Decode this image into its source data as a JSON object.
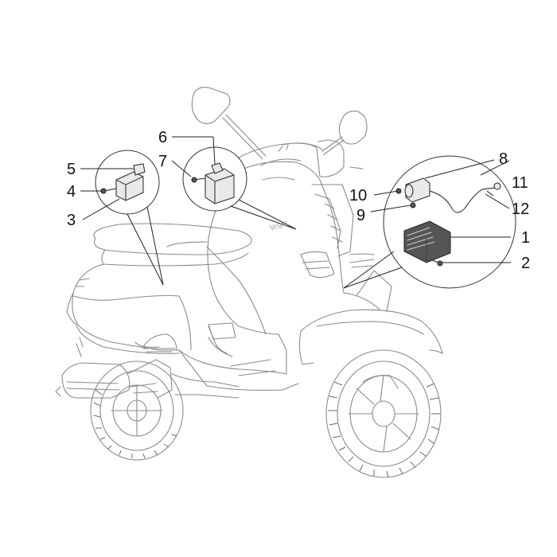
{
  "diagram": {
    "brand_mark": "Vespa",
    "callouts": [
      {
        "id": "1",
        "label": "1"
      },
      {
        "id": "2",
        "label": "2"
      },
      {
        "id": "3",
        "label": "3"
      },
      {
        "id": "4",
        "label": "4"
      },
      {
        "id": "5",
        "label": "5"
      },
      {
        "id": "6",
        "label": "6"
      },
      {
        "id": "7",
        "label": "7"
      },
      {
        "id": "8",
        "label": "8"
      },
      {
        "id": "9",
        "label": "9"
      },
      {
        "id": "10",
        "label": "10"
      },
      {
        "id": "11",
        "label": "11"
      },
      {
        "id": "12",
        "label": "12"
      }
    ]
  }
}
